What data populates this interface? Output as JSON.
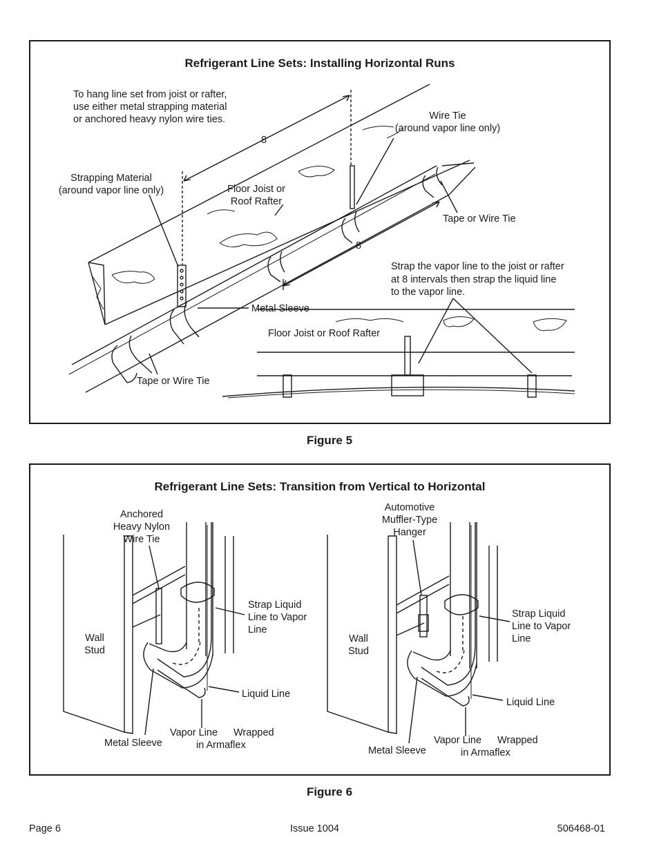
{
  "figure5": {
    "title": "Refrigerant Line Sets: Installing Horizontal Runs",
    "caption": "Figure 5",
    "labels": {
      "hang_note_1": "To hang line set  from joist or rafter,",
      "hang_note_2": "use either metal strapping material",
      "hang_note_3": "or anchored heavy nylon wire ties.",
      "dim_top": "8",
      "dim_mid": "8",
      "wire_tie_1": "Wire Tie",
      "wire_tie_2": "(around vapor line only)",
      "strapping_1": "Strapping Material",
      "strapping_2": "(around vapor line only)",
      "joist_1": "Floor Joist or",
      "joist_2": "Roof Rafter",
      "tape_right": "Tape or Wire Tie",
      "metal_sleeve": "Metal Sleeve",
      "strap_note_1": "Strap the vapor line to the joist or rafter",
      "strap_note_2": "at 8  intervals then strap the liquid line",
      "strap_note_3": "to the vapor line.",
      "joist_side": "Floor Joist or Roof Rafter",
      "tape_left": "Tape or Wire Tie"
    }
  },
  "figure6": {
    "title": "Refrigerant Line Sets: Transition from Vertical to Horizontal",
    "caption": "Figure 6",
    "left": {
      "anchored_1": "Anchored",
      "anchored_2": "Heavy Nylon",
      "anchored_3": "Wire Tie",
      "strap_1": "Strap Liquid",
      "strap_2": "Line to Vapor",
      "strap_3": "Line",
      "wall_1": "Wall",
      "wall_2": "Stud",
      "liquid_line": "Liquid Line",
      "vapor_line": "Vapor Line",
      "wrapped_1": "Wrapped",
      "wrapped_2": "in Armaflex",
      "metal_sleeve": "Metal Sleeve"
    },
    "right": {
      "hanger_1": "Automotive",
      "hanger_2": "Muffler-Type",
      "hanger_3": "Hanger",
      "strap_1": "Strap Liquid",
      "strap_2": "Line to Vapor",
      "strap_3": "Line",
      "wall_1": "Wall",
      "wall_2": "Stud",
      "liquid_line": "Liquid Line",
      "vapor_line": "Vapor Line",
      "wrapped_1": "Wrapped",
      "wrapped_2": "in Armaflex",
      "metal_sleeve": "Metal Sleeve"
    }
  },
  "footer": {
    "page": "Page 6",
    "issue": "Issue 1004",
    "doc_number": "506468-01"
  }
}
